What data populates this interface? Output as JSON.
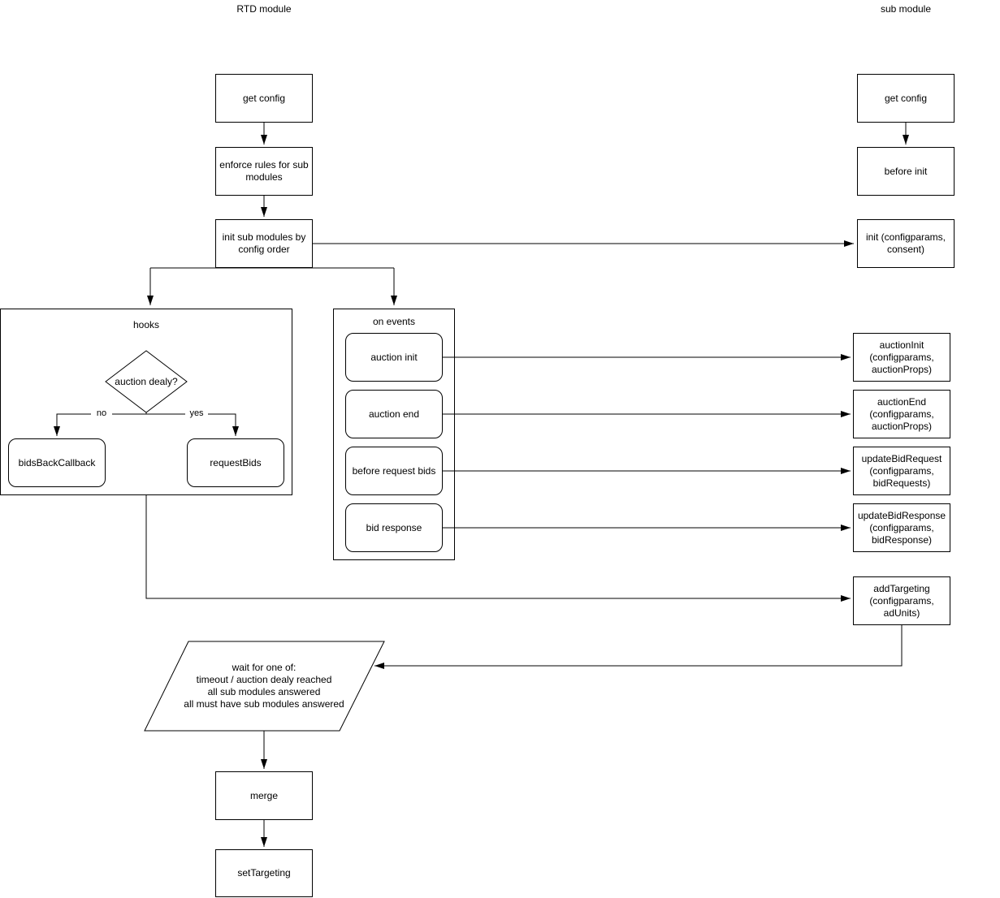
{
  "lanes": {
    "rtd": "RTD module",
    "sub": "sub module"
  },
  "rtd": {
    "get_config": "get config",
    "enforce_rules": "enforce rules for sub modules",
    "init_sub_modules": "init sub modules by config order",
    "hooks": {
      "title": "hooks",
      "decision": "auction dealy?",
      "no_label": "no",
      "yes_label": "yes",
      "no_branch": "bidsBackCallback",
      "yes_branch": "requestBids"
    },
    "on_events": {
      "title": "on events",
      "items": [
        "auction init",
        "auction end",
        "before request bids",
        "bid response"
      ]
    },
    "wait": "wait for one of:\ntimeout / auction dealy reached\nall sub modules answered\nall must have sub modules answered",
    "merge": "merge",
    "set_targeting": "setTargeting"
  },
  "sub": {
    "get_config": "get config",
    "before_init": "before init",
    "init": "init (configparams, consent)",
    "auction_init": "auctionInit (configparams, auctionProps)",
    "auction_end": "auctionEnd (configparams, auctionProps)",
    "update_bid_request": "updateBidRequest (configparams, bidRequests)",
    "update_bid_response": "updateBidResponse (configparams, bidResponse)",
    "add_targeting": "addTargeting (configparams, adUnits)"
  },
  "colors": {
    "stroke": "#000000",
    "fill": "#ffffff",
    "text": "#000000"
  }
}
